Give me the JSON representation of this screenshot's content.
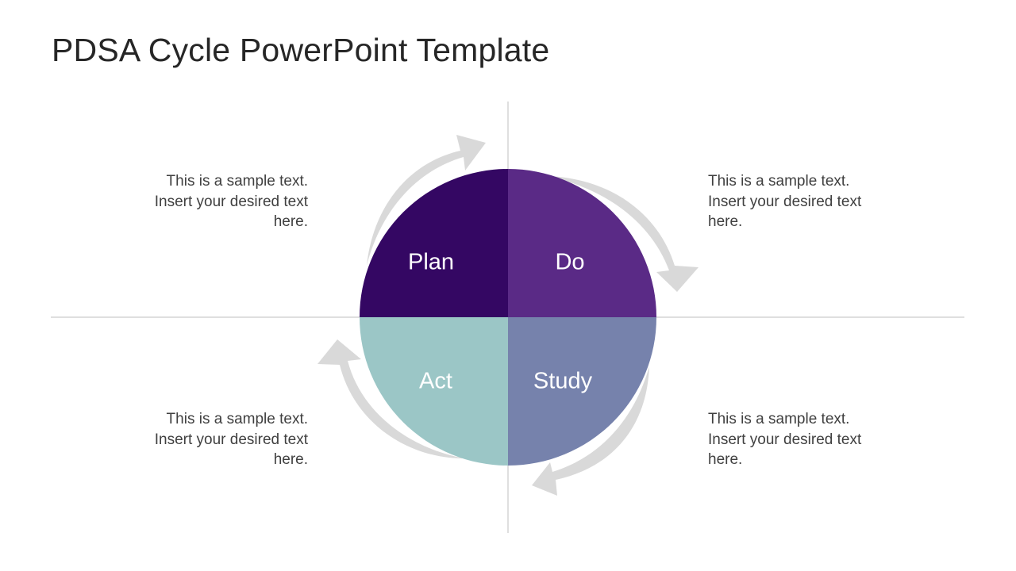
{
  "slide": {
    "title": "PDSA Cycle PowerPoint Template"
  },
  "diagram": {
    "quadrants": [
      {
        "key": "plan",
        "label": "Plan",
        "color": "#340763"
      },
      {
        "key": "do",
        "label": "Do",
        "color": "#5a2a86"
      },
      {
        "key": "study",
        "label": "Study",
        "color": "#7682ac"
      },
      {
        "key": "act",
        "label": "Act",
        "color": "#9bc6c6"
      }
    ],
    "arrow_color": "#d9d9d9",
    "axis_color": "#bfbfbf"
  },
  "descriptions": {
    "top_left": {
      "line1": "This is a sample text.",
      "line2": "Insert your desired text",
      "line3": "here."
    },
    "top_right": {
      "line1": "This is a sample text.",
      "line2": "Insert your desired text",
      "line3": "here."
    },
    "bottom_left": {
      "line1": "This is a sample text.",
      "line2": "Insert your desired text",
      "line3": "here."
    },
    "bottom_right": {
      "line1": "This is a sample text.",
      "line2": "Insert your desired text",
      "line3": "here."
    }
  }
}
